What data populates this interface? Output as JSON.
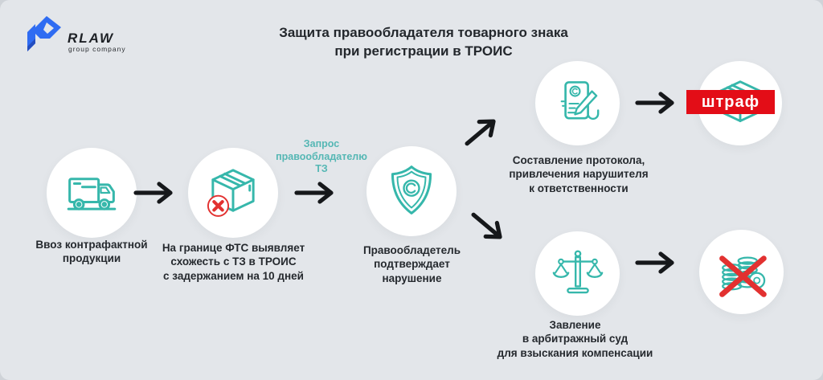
{
  "colors": {
    "background": "#e3e6ea",
    "circle_fill": "#ffffff",
    "icon_teal": "#36b7ab",
    "note_teal": "#55b7b4",
    "text_dark": "#25292e",
    "arrow_black": "#16181b",
    "reject_red": "#e23130",
    "banner_red": "#e30d17",
    "banner_text": "#ffffff",
    "logo_blue": "#2f6cf2"
  },
  "logo": {
    "brand": "RLAW",
    "subtitle": "group company",
    "mark_icon": "logo-p-mark-icon"
  },
  "title": {
    "text": "Защита правообладателя товарного знака\nпри регистрации в ТРОИС"
  },
  "flow": {
    "step1": {
      "icon": "truck-icon",
      "label": "Ввоз контрафактной\nпродукции"
    },
    "step2": {
      "icon": "box-rejected-icon",
      "label": "На границе ФТС выявляет\nсхожесть с ТЗ в ТРОИС\nс задержанием на 10 дней"
    },
    "arrow_note": "Запрос\nправообладателю\nТЗ",
    "step3": {
      "icon": "shield-copyright-icon",
      "label": "Правообладетель\nподтверждает\nнарушение"
    },
    "branch_top": {
      "icon": "protocol-document-icon",
      "label": "Составление протокола,\nпривлечения нарушителя\nк ответственности",
      "outcome_icon": "fine-box-icon",
      "outcome_badge": "штраф"
    },
    "branch_bottom": {
      "icon": "justice-scales-icon",
      "label": "Завление\nв арбитражный суд\nдля взыскания компенсации",
      "outcome_icon": "no-compensation-coins-icon"
    }
  }
}
